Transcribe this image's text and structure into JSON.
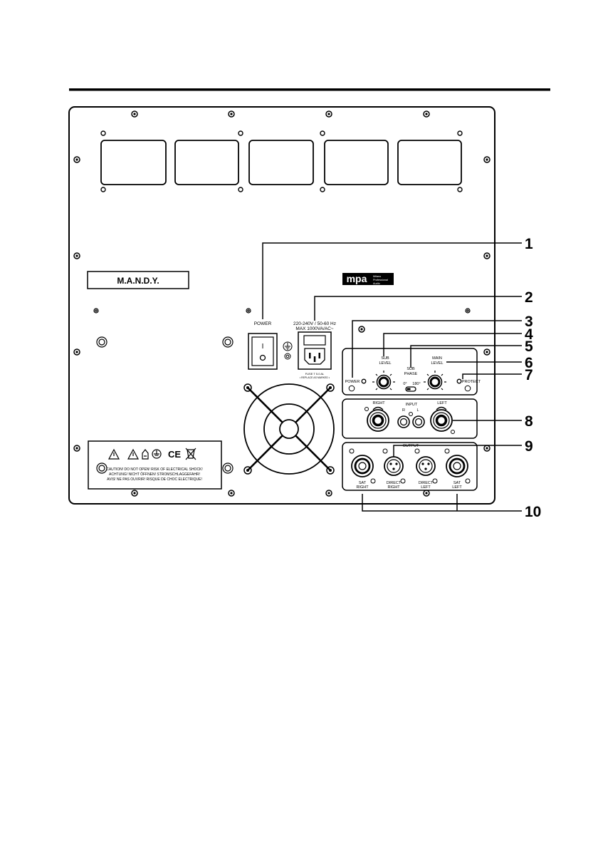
{
  "panel": {
    "model_plate": "M.A.N.D.Y.",
    "brand_logo": "mpa",
    "brand_sub_1": "Milano",
    "brand_sub_2": "Professional",
    "brand_sub_3": "Audio"
  },
  "power_switch": {
    "label": "POWER",
    "on_symbol": "I",
    "off_symbol": "O"
  },
  "mains_socket": {
    "rating_line1": "220-240V / 50-60 Hz",
    "rating_line2": "MAX 1000VA/AC~",
    "fuse_line1": "FUSE T 5.0 AL",
    "fuse_line2": "• REPLACE AS MARKED •"
  },
  "controls": {
    "power_led_label": "POWER",
    "sub_level_1": "SUB",
    "sub_level_2": "LEVEL",
    "sub_phase_1": "SUB",
    "sub_phase_2": "PHASE",
    "phase_0": "0°",
    "phase_180": "180°",
    "main_level_1": "MAIN",
    "main_level_2": "LEVEL",
    "protect_label": "PROTECT"
  },
  "inputs": {
    "right": "RIGHT",
    "input": "INPUT",
    "r": "R",
    "l": "L",
    "left": "LEFT"
  },
  "outputs": {
    "title": "OUTPUT",
    "sat_right_1": "SAT",
    "sat_right_2": "RIGHT",
    "direct_right_1": "DIRECT",
    "direct_right_2": "RIGHT",
    "direct_left_1": "DIRECT",
    "direct_left_2": "LEFT",
    "sat_left_1": "SAT",
    "sat_left_2": "LEFT"
  },
  "warning": {
    "ce_mark": "CE",
    "line1": "CAUTION! DO NOT OPEN! RISK OF ELECTRICAL SHOCK!",
    "line2": "ACHTUNG! NICHT ÖFFNEN! STROMSCHLAGGEFAHR!",
    "line3": "AVIS! NE PAS OUVRIR! RISQUE DE CHOC ELECTRIQUE!"
  },
  "callouts": [
    "1",
    "2",
    "3",
    "4",
    "5",
    "6",
    "7",
    "8",
    "9",
    "10"
  ]
}
